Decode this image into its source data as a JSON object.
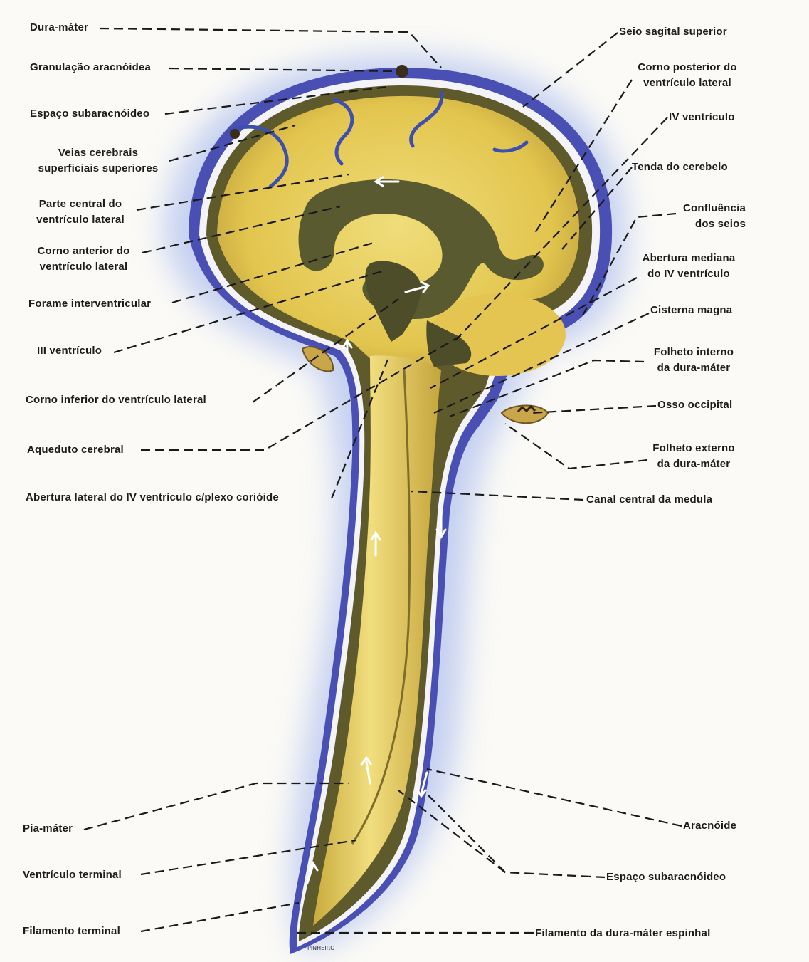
{
  "labels": {
    "dura_mater": "Dura-máter",
    "granulacao": "Granulação aracnóidea",
    "espaco_sub_top": "Espaço subaracnóideo",
    "veias": [
      "Veias cerebrais",
      "superficiais superiores"
    ],
    "parte_central": [
      "Parte central do",
      "ventrículo lateral"
    ],
    "corno_anterior": [
      "Corno anterior do",
      "ventrículo lateral"
    ],
    "forame": "Forame interventricular",
    "iii_ventriculo": "III ventrículo",
    "corno_inferior": "Corno inferior do ventrículo lateral",
    "aqueduto": "Aqueduto cerebral",
    "abertura_lateral": "Abertura lateral do IV ventrículo c/plexo corióide",
    "pia_mater": "Pia-máter",
    "ventriculo_terminal": "Ventrículo terminal",
    "filamento_terminal": "Filamento terminal",
    "seio_sagital": "Seio sagital superior",
    "corno_posterior": [
      "Corno posterior do",
      "ventrículo lateral"
    ],
    "iv_ventriculo": "IV ventrículo",
    "tenda": "Tenda do cerebelo",
    "confluencia": [
      "Confluência",
      "dos seios"
    ],
    "abertura_mediana": [
      "Abertura mediana",
      "do IV ventrículo"
    ],
    "cisterna": "Cisterna magna",
    "folheto_interno": [
      "Folheto interno",
      "da dura-máter"
    ],
    "osso_occipital": "Osso occipital",
    "folheto_externo": [
      "Folheto externo",
      "da dura-máter"
    ],
    "canal_central": "Canal central da medula",
    "aracnoide": "Aracnóide",
    "espaco_sub_bottom": "Espaço subaracnóideo",
    "filamento_dura": "Filamento da dura-máter espinhal"
  },
  "artist_signature": "PINHEIRO",
  "colors": {
    "tissue": "#e9cf55",
    "csf_space": "#5f5a2c",
    "dura": "#4a4fb4",
    "halo": "#c8d2f2",
    "veins": "#3e4fb0",
    "leader": "#1a1a1a"
  }
}
